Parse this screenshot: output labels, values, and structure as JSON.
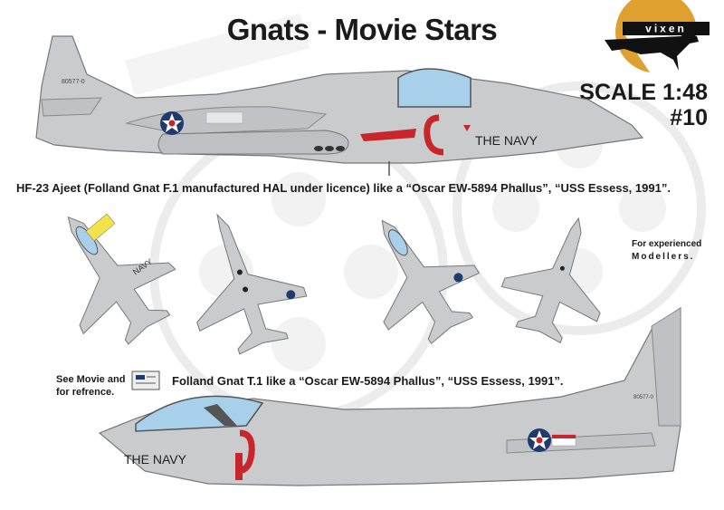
{
  "header": {
    "title": "Gnats - Movie Stars",
    "scale": "SCALE 1:48",
    "number": "#10"
  },
  "brand": {
    "name": "vixen",
    "accent_color": "#E0A030"
  },
  "top_aircraft": {
    "serial": "80577-0",
    "marking": "THE NAVY"
  },
  "description_1": "HF-23 Ajeet (Folland Gnat F.1 manufactured HAL under licence) like a “Oscar EW-5894 Phallus”, “USS Essess, 1991”.",
  "description_2": "Folland Gnat T.1 like a “Oscar EW-5894 Phallus”, “USS Essess, 1991”.",
  "notes": {
    "see_movie_line1": "See Movie and",
    "see_movie_line2": "for refrence.",
    "experienced_line1": "For experienced",
    "experienced_line2": "Modellers."
  },
  "plan_view": {
    "wing_marking": "NAVY"
  },
  "bottom_aircraft": {
    "serial": "80577-0",
    "marking": "THE NAVY"
  },
  "colors": {
    "aircraft_grey": "#C9CBCD",
    "canopy_blue": "#A9D0EA",
    "marking_red": "#C8262B",
    "roundel_blue": "#1F3A6E"
  }
}
